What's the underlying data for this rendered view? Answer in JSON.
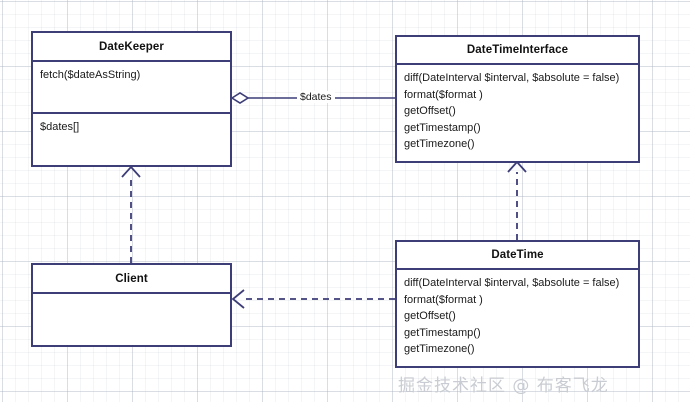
{
  "diagram": {
    "type": "uml-class-diagram",
    "accent_color": "#3d3d78",
    "background_color": "#ffffff",
    "grid": "graph-paper"
  },
  "classes": {
    "datekeeper": {
      "name": "DateKeeper",
      "methods": [
        "fetch($dateAsString)"
      ],
      "attributes": [
        "$dates[]"
      ]
    },
    "datetimeinterface": {
      "name": "DateTimeInterface",
      "methods": [
        "diff(DateInterval $interval, $absolute = false)",
        "format($format )",
        "getOffset()",
        "getTimestamp()",
        "getTimezone()"
      ]
    },
    "datetime": {
      "name": "DateTime",
      "methods": [
        "diff(DateInterval $interval, $absolute = false)",
        "format($format )",
        "getOffset()",
        "getTimestamp()",
        "getTimezone()"
      ]
    },
    "client": {
      "name": "Client",
      "members": []
    }
  },
  "relations": {
    "aggregation_label": "$dates"
  },
  "watermark": {
    "text": "掘金技术社区 @ 布客飞龙"
  }
}
